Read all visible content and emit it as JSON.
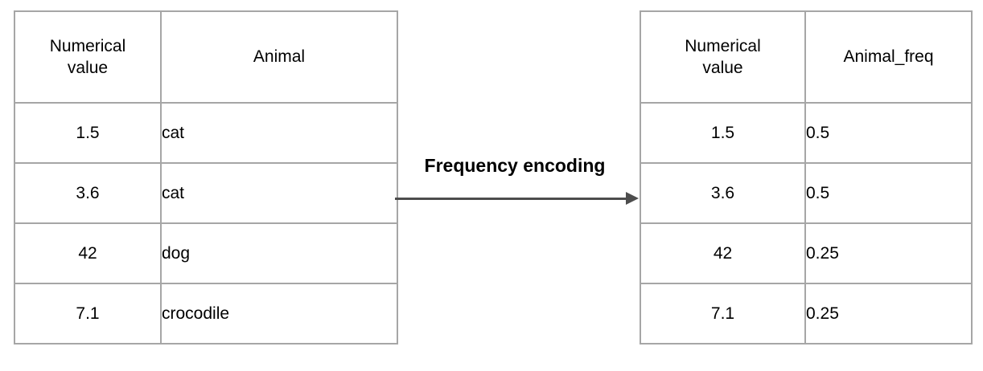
{
  "diagram": {
    "transform_label": "Frequency encoding"
  },
  "left_table": {
    "headers": [
      "Numerical value",
      "Animal"
    ],
    "rows": [
      {
        "value": "1.5",
        "animal": "cat"
      },
      {
        "value": "3.6",
        "animal": "cat"
      },
      {
        "value": "42",
        "animal": "dog"
      },
      {
        "value": "7.1",
        "animal": "crocodile"
      }
    ]
  },
  "right_table": {
    "headers": [
      "Numerical value",
      "Animal_freq"
    ],
    "rows": [
      {
        "value": "1.5",
        "freq": "0.5"
      },
      {
        "value": "3.6",
        "freq": "0.5"
      },
      {
        "value": "42",
        "freq": "0.25"
      },
      {
        "value": "7.1",
        "freq": "0.25"
      }
    ]
  },
  "colors": {
    "table_border": "#a6a6a6",
    "arrow": "#4d4d4d",
    "text": "#000000",
    "background": "#ffffff"
  }
}
